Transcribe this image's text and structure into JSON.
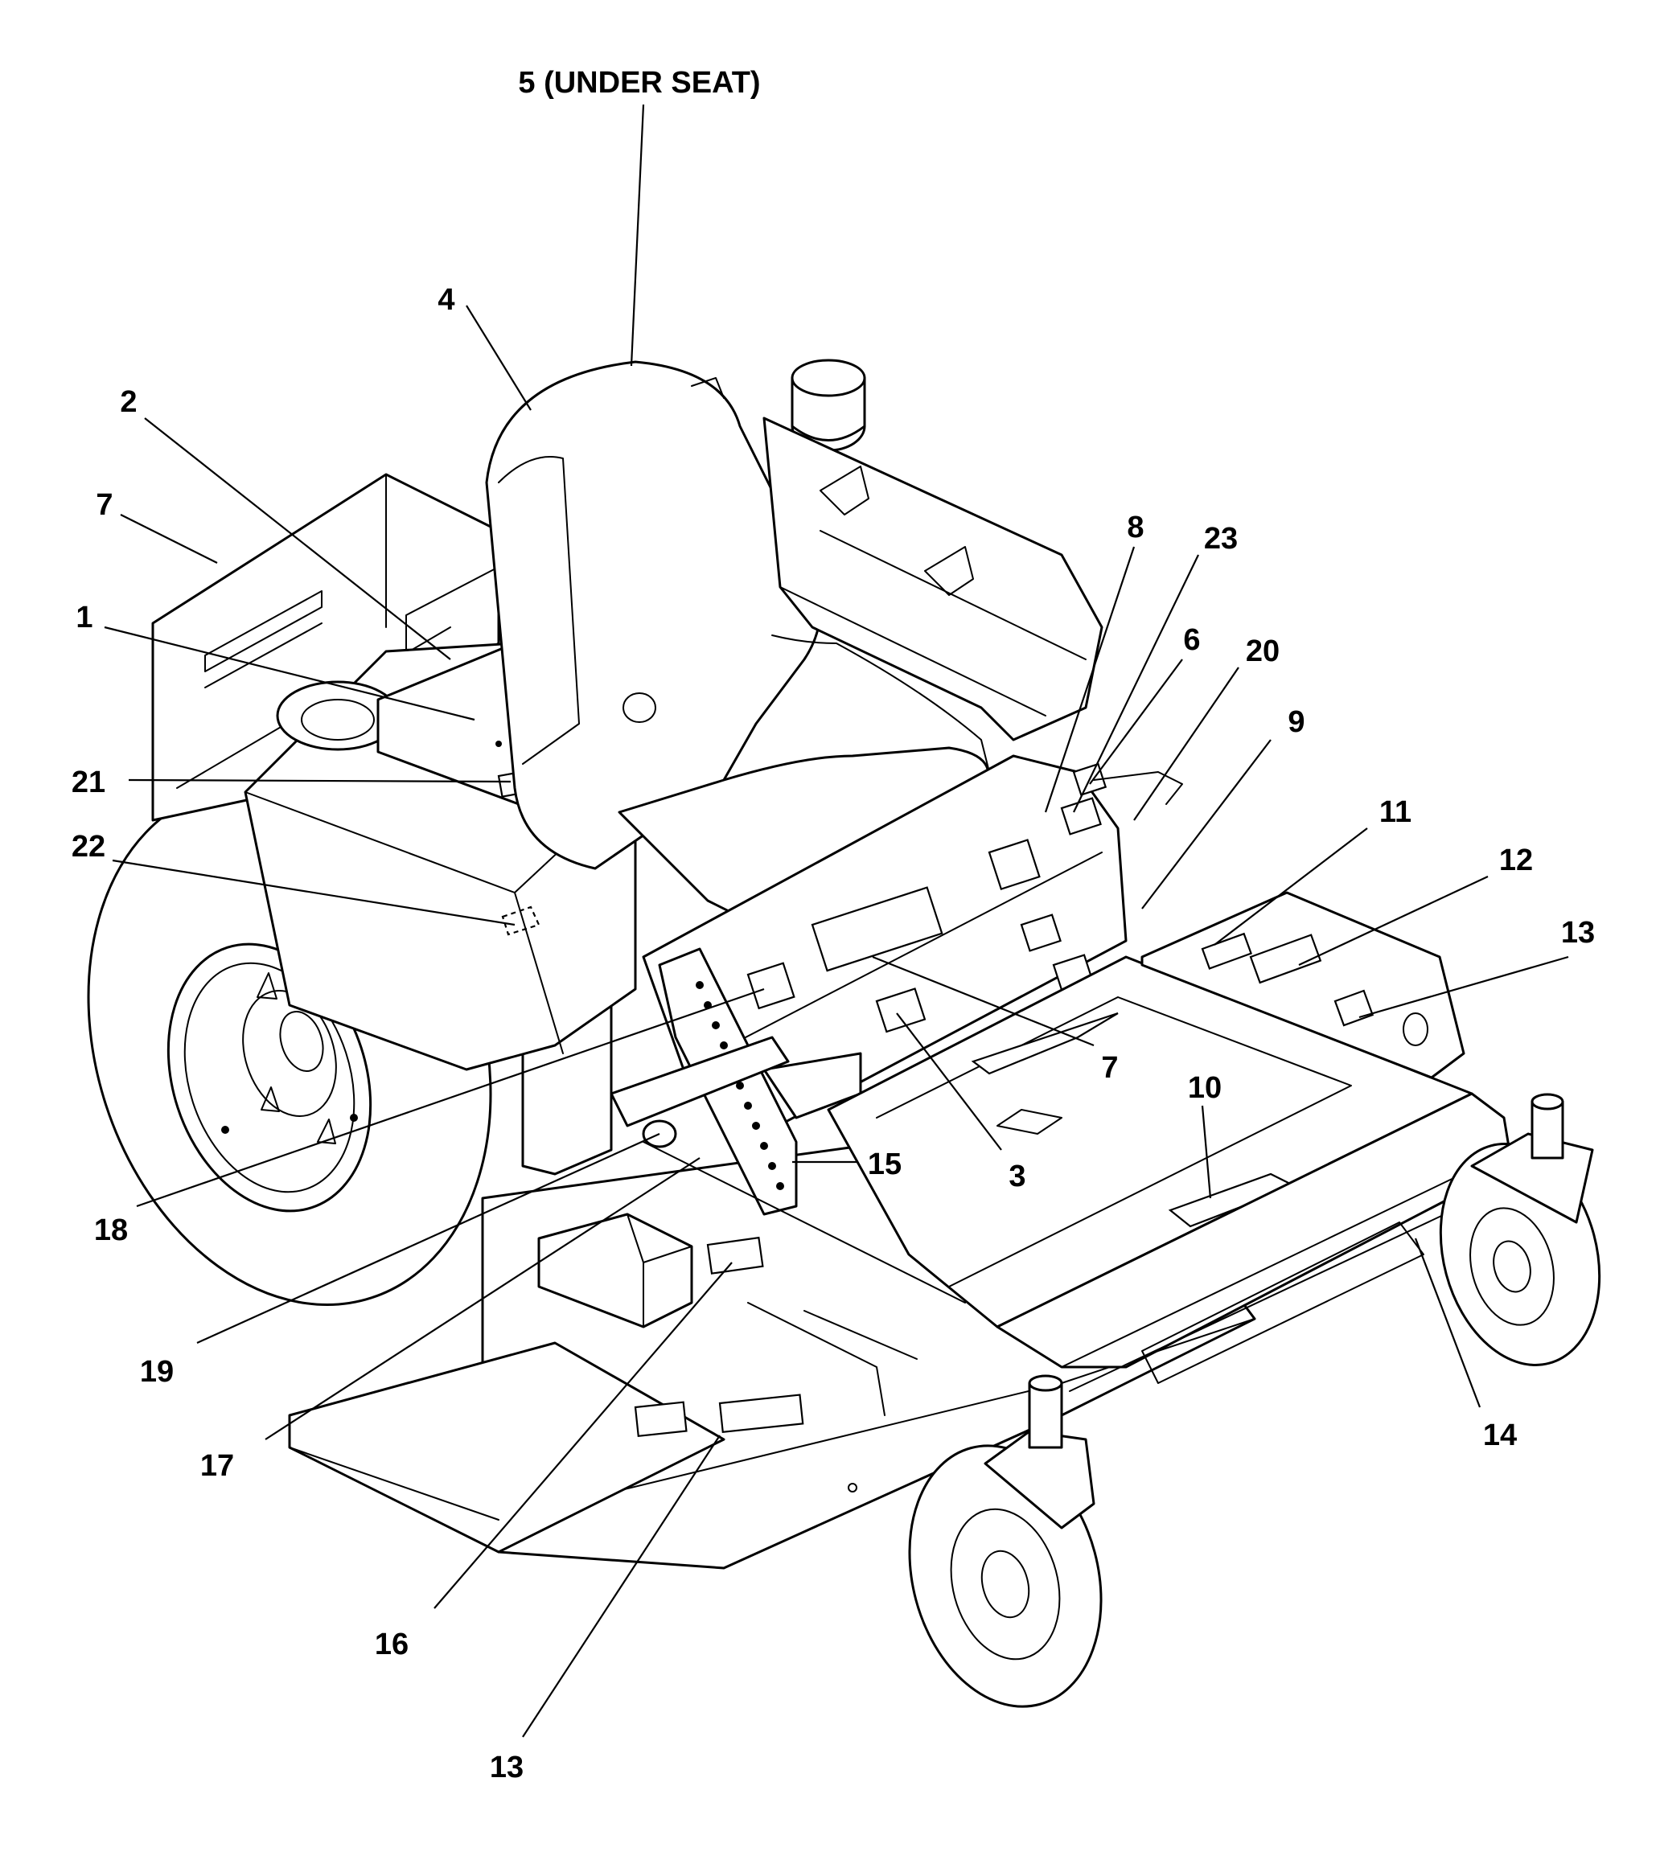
{
  "callouts": [
    {
      "id": "c5",
      "label": "5 (UNDER SEAT)"
    },
    {
      "id": "c4",
      "label": "4"
    },
    {
      "id": "c2",
      "label": "2"
    },
    {
      "id": "c7a",
      "label": "7"
    },
    {
      "id": "c1",
      "label": "1"
    },
    {
      "id": "c21",
      "label": "21"
    },
    {
      "id": "c22",
      "label": "22"
    },
    {
      "id": "c8",
      "label": "8"
    },
    {
      "id": "c23",
      "label": "23"
    },
    {
      "id": "c6",
      "label": "6"
    },
    {
      "id": "c20",
      "label": "20"
    },
    {
      "id": "c9",
      "label": "9"
    },
    {
      "id": "c11",
      "label": "11"
    },
    {
      "id": "c12",
      "label": "12"
    },
    {
      "id": "c13a",
      "label": "13"
    },
    {
      "id": "c7b",
      "label": "7"
    },
    {
      "id": "c10",
      "label": "10"
    },
    {
      "id": "c3",
      "label": "3"
    },
    {
      "id": "c15",
      "label": "15"
    },
    {
      "id": "c18",
      "label": "18"
    },
    {
      "id": "c19",
      "label": "19"
    },
    {
      "id": "c17",
      "label": "17"
    },
    {
      "id": "c16",
      "label": "16"
    },
    {
      "id": "c14",
      "label": "14"
    },
    {
      "id": "c13b",
      "label": "13"
    }
  ]
}
